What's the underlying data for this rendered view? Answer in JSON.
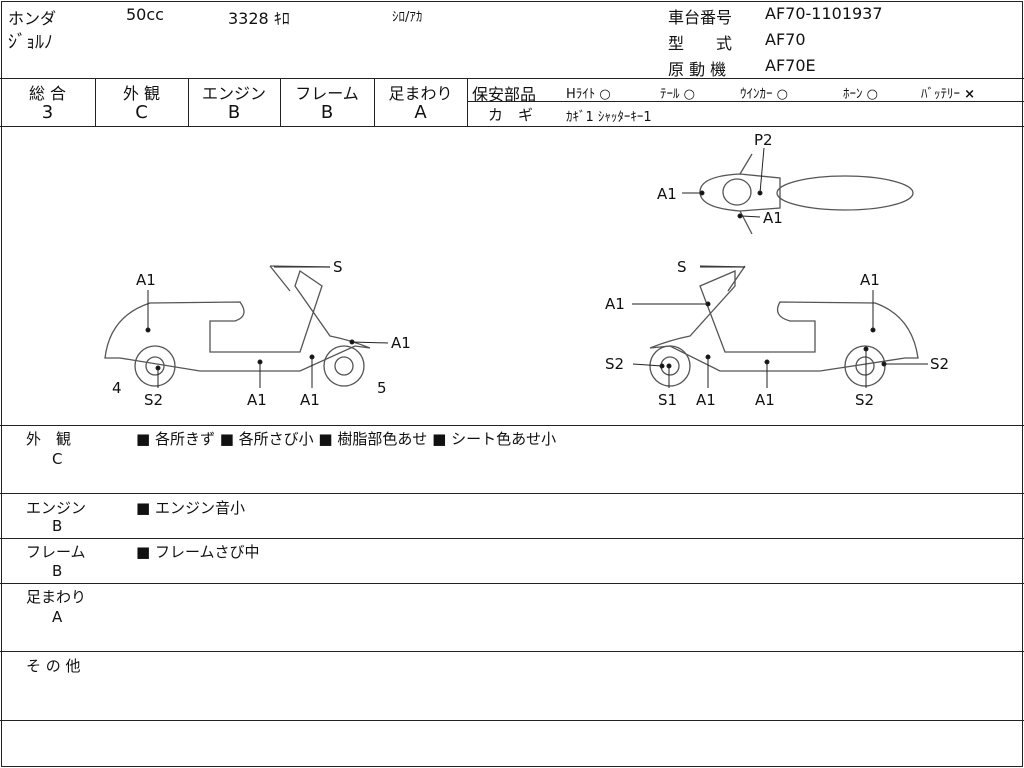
{
  "header": {
    "maker": "ホンダ",
    "displacement": "50cc",
    "mileage": "3328 ｷﾛ",
    "color": "ｼﾛ/ｱｶ",
    "model_name": "ｼﾞｮﾙﾉ",
    "frame_no_label": "車台番号",
    "frame_no": "AF70-1101937",
    "type_label": "型　　式",
    "type": "AF70",
    "engine_label": "原 動 機",
    "engine": "AF70E"
  },
  "ratings": [
    {
      "label": "総 合",
      "value": "3"
    },
    {
      "label": "外 観",
      "value": "C"
    },
    {
      "label": "エンジン",
      "value": "B"
    },
    {
      "label": "フレーム",
      "value": "B"
    },
    {
      "label": "足まわり",
      "value": "A"
    }
  ],
  "safety": {
    "label": "保安部品",
    "items": [
      {
        "name": "Hﾗｲﾄ",
        "mark": "○"
      },
      {
        "name": "ﾃｰﾙ",
        "mark": "○"
      },
      {
        "name": "ｳｲﾝｶｰ",
        "mark": "○"
      },
      {
        "name": "ﾎｰﾝ",
        "mark": "○"
      },
      {
        "name": "ﾊﾞｯﾃﾘｰ",
        "mark": "×"
      }
    ],
    "key_label": "カ　ギ",
    "key_value": "ｶｷﾞ1 ｼｬｯﾀｰｷｰ1"
  },
  "diagram": {
    "top": [
      "P2",
      "A1",
      "A1"
    ],
    "left": [
      "S",
      "A1",
      "A1",
      "4",
      "S2",
      "A1",
      "A1",
      "5"
    ],
    "right": [
      "S",
      "A1",
      "A1",
      "S2",
      "S2",
      "S1",
      "A1",
      "A1",
      "S2"
    ]
  },
  "remarks": [
    {
      "label": "外　観",
      "grade": "C",
      "text": "■ 各所きず ■ 各所さび小 ■ 樹脂部色あせ ■ シート色あせ小"
    },
    {
      "label": "エンジン",
      "grade": "B",
      "text": "■ エンジン音小"
    },
    {
      "label": "フレーム",
      "grade": "B",
      "text": "■ フレームさび中"
    },
    {
      "label": "足まわり",
      "grade": "A",
      "text": ""
    },
    {
      "label": "そ の 他",
      "grade": "",
      "text": ""
    }
  ]
}
